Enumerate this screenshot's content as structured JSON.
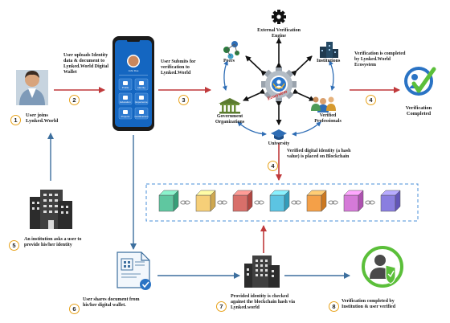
{
  "labels": {
    "user_joins": "User joins Lynked.World",
    "user_uploads": "User uploads Identity data & document to Lynked.World Digital Wallet",
    "user_submits": "User Submits for verification to Lynked.World",
    "external_engine": "External Verification Engine",
    "peers": "Peers",
    "institutions": "Institutions",
    "government": "Government Organizations",
    "verified_professionals": "Verified Professionals",
    "university": "University",
    "ecosystem": "Ecosystem",
    "verification_completed_by": "Verification is completed by Lynked.World Ecosystem",
    "verification_completed": "Verification Completed",
    "hash_placed": "Verified digital identity (a hash value) is placed on Blockchain",
    "institution_asks": "An institution asks a user to provide his/her identity",
    "user_shares": "User shares document from his/her digital wallet.",
    "identity_checked": "Provided identity is checked against the blockchain hash via Lynked.world",
    "verification_by_institution": "Verification completed by Institution & user verified"
  },
  "steps": {
    "s1": "1",
    "s2": "2",
    "s3": "3",
    "s4a": "4",
    "s4b": "4",
    "s5": "5",
    "s6": "6",
    "s7": "7",
    "s8": "8"
  },
  "phone": {
    "user_name": "John Doe",
    "menu_items": [
      "Profile",
      "Identity",
      "Education",
      "Experience",
      "Projects",
      "Certifications"
    ]
  },
  "blockchain": {
    "block_colors": [
      "#5fc7a0",
      "#f6cf78",
      "#d86f6a",
      "#5cc4e2",
      "#f4a048",
      "#d57ad8",
      "#8a7ee0"
    ]
  },
  "colors": {
    "arrow_red": "#c0393b",
    "arrow_blue": "#3d6f9e",
    "eco_arrow": "#2e6db5",
    "badge_border": "#e8a21a",
    "check_green": "#5bbf3a"
  }
}
